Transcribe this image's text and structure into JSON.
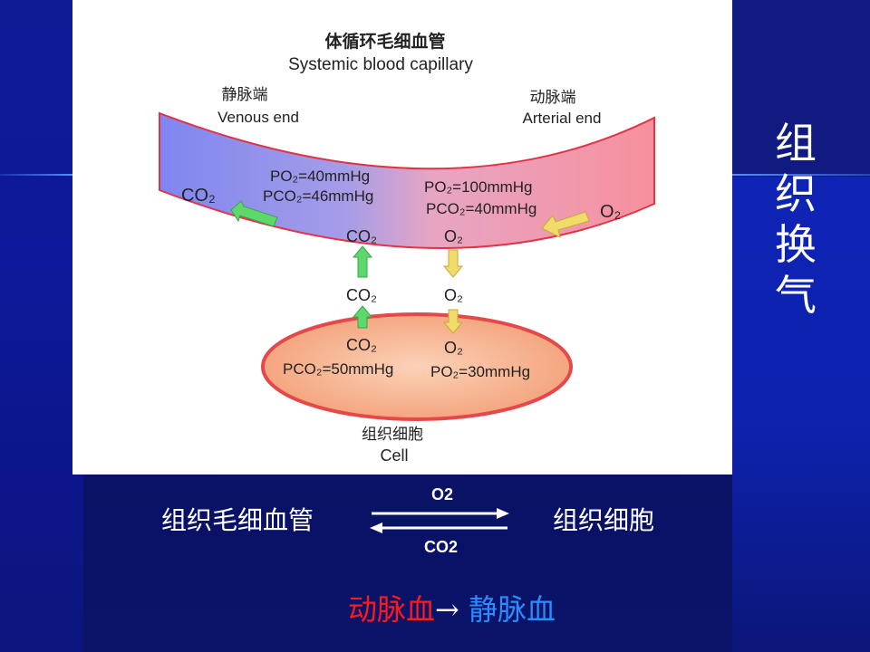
{
  "slide_title": [
    "组",
    "织",
    "换",
    "气"
  ],
  "diagram": {
    "title_cn": "体循环毛细血管",
    "title_en": "Systemic blood capillary",
    "venous_cn": "静脉端",
    "venous_en": "Venous end",
    "arterial_cn": "动脉端",
    "arterial_en": "Arterial end",
    "venous_po2": "PO₂=40mmHg",
    "venous_pco2": "PCO₂=46mmHg",
    "arterial_po2": "PO₂=100mmHg",
    "arterial_pco2": "PCO₂=40mmHg",
    "co2_out": "CO₂",
    "o2_in": "O₂",
    "co2_label": "CO₂",
    "o2_label": "O₂",
    "cell_pco2": "PCO₂=50mmHg",
    "cell_po2": "PO₂=30mmHg",
    "cell_cn": "组织细胞",
    "cell_en": "Cell",
    "colors": {
      "arterial": "#f79aa6",
      "venous": "#8c8cf0",
      "cell": "#f6b08a",
      "green_arrow": "#5ed86a",
      "yellow_arrow": "#f1dc6a"
    }
  },
  "exchange": {
    "left": "组织毛细血管",
    "right": "组织细胞",
    "top_label": "O2",
    "bottom_label": "CO2"
  },
  "result": {
    "arterial": "动脉血",
    "arrow": "→",
    "venous": "静脉血"
  }
}
